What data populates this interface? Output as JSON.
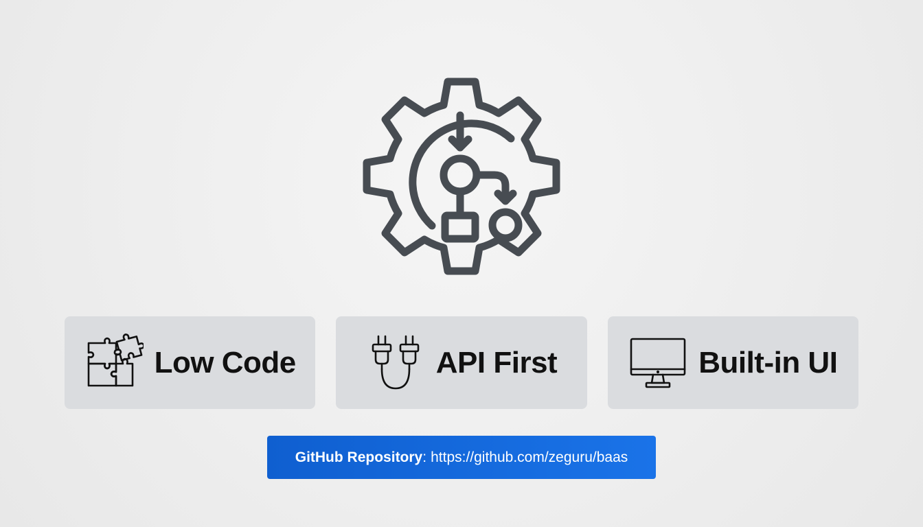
{
  "hero": {
    "icon": "gear-workflow-icon",
    "stroke_color": "#474c52"
  },
  "features": [
    {
      "label": "Low Code",
      "icon": "puzzle-icon"
    },
    {
      "label": "API First",
      "icon": "plug-icon"
    },
    {
      "label": "Built-in UI",
      "icon": "monitor-icon"
    }
  ],
  "repository": {
    "label": "GitHub Repository",
    "separator": ":",
    "url": "https://github.com/zeguru/baas"
  },
  "colors": {
    "background": "#efefef",
    "card": "#dadcdf",
    "accent": "#1a73e8",
    "icon_stroke": "#474c52",
    "text": "#111111"
  }
}
